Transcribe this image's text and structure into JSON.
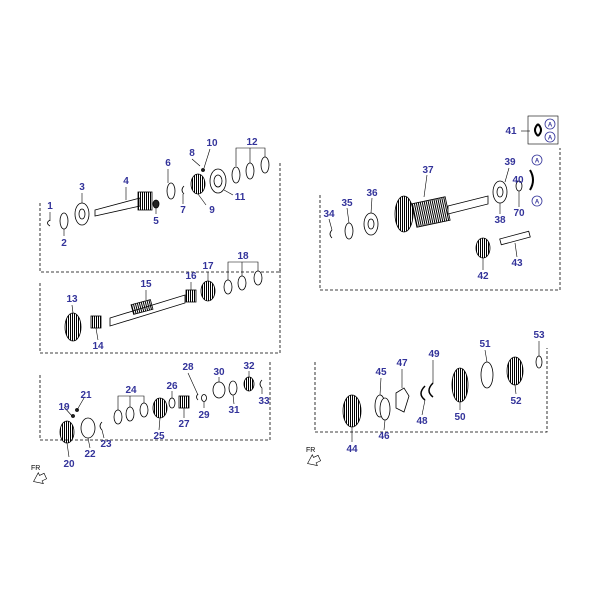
{
  "diagram": {
    "callouts": [
      "1",
      "2",
      "3",
      "4",
      "5",
      "6",
      "7",
      "8",
      "9",
      "10",
      "11",
      "12",
      "13",
      "14",
      "15",
      "16",
      "17",
      "18",
      "19",
      "20",
      "21",
      "22",
      "23",
      "24",
      "25",
      "26",
      "27",
      "28",
      "29",
      "30",
      "31",
      "32",
      "33",
      "34",
      "35",
      "36",
      "37",
      "38",
      "39",
      "40",
      "41",
      "42",
      "43",
      "44",
      "45",
      "46",
      "47",
      "48",
      "49",
      "50",
      "51",
      "52",
      "53"
    ],
    "fr_label": "FR",
    "circle_label": "A",
    "colors": {
      "callout": "#33339a",
      "line": "#000000",
      "part_fill": "#ffffff",
      "part_dark": "#222222"
    }
  }
}
